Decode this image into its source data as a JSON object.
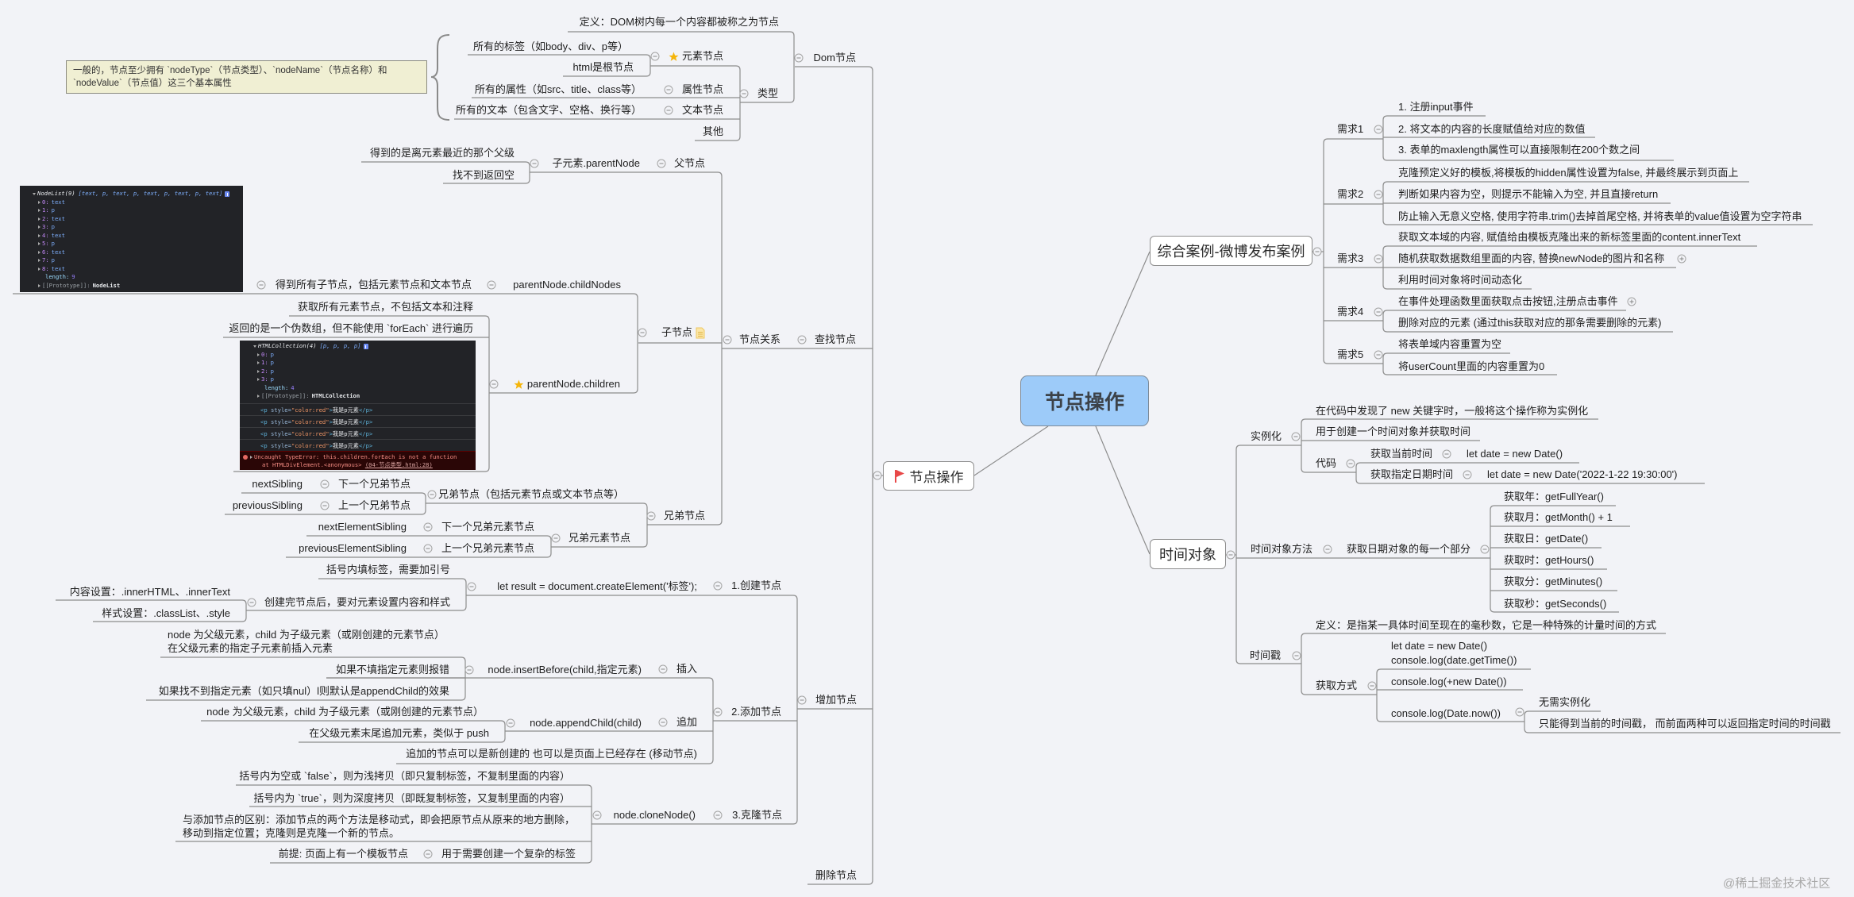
{
  "central_topic": "节点操作",
  "colors": {
    "background": "#f2f3f7",
    "central_fill": "#9dcbf9",
    "line": "#8d8d8d",
    "note_fill": "#f0efd3",
    "star": "#f5b50a",
    "flag": "#e84848"
  },
  "left": {
    "label": "节点操作",
    "marker": "red-flag-icon",
    "dom": {
      "label": "Dom节点",
      "definition": "定义：DOM树内每一个内容都被称之为节点",
      "types": {
        "label": "类型",
        "element": {
          "label": "元素节点",
          "marker": "star-icon",
          "items": [
            "所有的标签（如body、div、p等）",
            "html是根节点"
          ]
        },
        "attribute": {
          "label": "属性节点",
          "items": [
            "所有的属性（如src、title、class等）"
          ]
        },
        "text": {
          "label": "文本节点",
          "items": [
            "所有的文本（包含文字、空格、换行等）"
          ]
        },
        "other": {
          "label": "其他"
        },
        "summary_note": [
          "一般的，节点至少拥有 `nodeType`（节点类型）、`nodeName`（节点名称）和",
          "`nodeValue`（节点值）这三个基本属性"
        ]
      }
    },
    "find": {
      "label": "查找节点",
      "relation": {
        "label": "节点关系",
        "parent": {
          "label": "父节点",
          "method": "子元素.parentNode",
          "items": [
            "得到的是离元素最近的那个父级",
            "找不到返回空"
          ]
        },
        "children": {
          "label": "子节点",
          "marker": "note-icon",
          "child_nodes": {
            "label": "parentNode.childNodes",
            "desc": "得到所有子节点，包括元素节点和文本节点",
            "console": {
              "header": "NodeList(9)",
              "preview": "[text, p, text, p, text, p, text, p, text]",
              "entries": [
                {
                  "key": "0:",
                  "value": "text"
                },
                {
                  "key": "1:",
                  "value": "p"
                },
                {
                  "key": "2:",
                  "value": "text"
                },
                {
                  "key": "3:",
                  "value": "p"
                },
                {
                  "key": "4:",
                  "value": "text"
                },
                {
                  "key": "5:",
                  "value": "p"
                },
                {
                  "key": "6:",
                  "value": "text"
                },
                {
                  "key": "7:",
                  "value": "p"
                },
                {
                  "key": "8:",
                  "value": "text"
                }
              ],
              "length": {
                "key": "length:",
                "value": "9"
              },
              "prototype": {
                "key": "[[Prototype]]:",
                "value": "NodeList"
              }
            }
          },
          "children_prop": {
            "label": "parentNode.children",
            "marker": "star-icon",
            "items": [
              "获取所有元素节点，不包括文本和注释",
              "返回的是一个伪数组，但不能使用 `forEach` 进行遍历"
            ],
            "console": {
              "header": "HTMLCollection(4)",
              "preview": "[p, p, p, p]",
              "entries": [
                {
                  "key": "0:",
                  "value": "p"
                },
                {
                  "key": "1:",
                  "value": "p"
                },
                {
                  "key": "2:",
                  "value": "p"
                },
                {
                  "key": "3:",
                  "value": "p"
                }
              ],
              "length": {
                "key": "length:",
                "value": "4"
              },
              "prototype": {
                "key": "[[Prototype]]:",
                "value": "HTMLCollection"
              },
              "logged": [
                {
                  "open": "<p",
                  "attr": " style=",
                  "val": "\"color:red\"",
                  "gt": ">",
                  "text": "我是p元素",
                  "close": "</p>"
                },
                {
                  "open": "<p",
                  "attr": " style=",
                  "val": "\"color:red\"",
                  "gt": ">",
                  "text": "我是p元素",
                  "close": "</p>"
                },
                {
                  "open": "<p",
                  "attr": " style=",
                  "val": "\"color:red\"",
                  "gt": ">",
                  "text": "我是p元素",
                  "close": "</p>"
                },
                {
                  "open": "<p",
                  "attr": " style=",
                  "val": "\"color:red\"",
                  "gt": ">",
                  "text": "我是p元素",
                  "close": "</p>"
                }
              ],
              "error": {
                "message": "Uncaught TypeError: this.children.forEach is not a function",
                "stack": "at HTMLDivElement.<anonymous>",
                "source": "(04-节点类型.html:28)"
              }
            }
          }
        },
        "siblings": {
          "label": "兄弟节点",
          "all": {
            "label": "兄弟节点（包括元素节点或文本节点等）",
            "next": {
              "label": "下一个兄弟节点",
              "prop": "nextSibling"
            },
            "prev": {
              "label": "上一个兄弟节点",
              "prop": "previousSibling"
            }
          },
          "element": {
            "label": "兄弟元素节点",
            "next": {
              "label": "下一个兄弟元素节点",
              "prop": "nextElementSibling"
            },
            "prev": {
              "label": "上一个兄弟元素节点",
              "prop": "previousElementSibling"
            }
          }
        }
      }
    },
    "add": {
      "label": "增加节点",
      "create": {
        "label": "1.创建节点",
        "code": "let result = document.createElement('标签');",
        "tip": "括号内填标签，需要加引号",
        "setup": {
          "label": "创建完节点后，要对元素设置内容和样式",
          "content": "内容设置：.innerHTML、.innerText",
          "style": "样式设置：.classList、.style"
        }
      },
      "append": {
        "label": "2.添加节点",
        "insert": {
          "label": "插入",
          "code": "node.insertBefore(child,指定元素)",
          "desc": [
            "node 为父级元素，child 为子级元素（或刚创建的元素节点）",
            "在父级元素的指定子元素前插入元素"
          ],
          "no_target": "如果不填指定元素则报错",
          "not_found": "如果找不到指定元素（如只填nul）l则默认是appendChild的效果"
        },
        "append_child": {
          "label": "追加",
          "code": "node.appendChild(child)",
          "desc": "node 为父级元素，child 为子级元素（或刚创建的元素节点）",
          "note": "在父级元素末尾追加元素，类似于 push"
        },
        "move_note": "追加的节点可以是新创建的 也可以是页面上已经存在 (移动节点)"
      },
      "clone": {
        "label": "3.克隆节点",
        "code": "node.cloneNode()",
        "shallow": "括号内为空或 `false`，则为浅拷贝（即只复制标签，不复制里面的内容）",
        "deep": "括号内为 `true`，则为深度拷贝（即既复制标签，又复制里面的内容）",
        "difference": [
          "与添加节点的区别：添加节点的两个方法是移动式，即会把原节点从原来的地方删除，",
          "移动到指定位置；克隆则是克隆一个新的节点。"
        ],
        "usage": {
          "label": "用于需要创建一个复杂的标签",
          "premise": "前提: 页面上有一个模板节点"
        }
      }
    },
    "delete": {
      "label": "删除节点"
    }
  },
  "case": {
    "label": "综合案例-微博发布案例",
    "requirements": [
      {
        "label": "需求1",
        "items": [
          "1. 注册input事件",
          "2. 将文本的内容的长度赋值给对应的数值",
          "3. 表单的maxlength属性可以直接限制在200个数之间"
        ]
      },
      {
        "label": "需求2",
        "items": [
          "克隆预定义好的模板,将模板的hidden属性设置为false, 并最终展示到页面上",
          "判断如果内容为空，则提示不能输入为空, 并且直接return",
          "防止输入无意义空格, 使用字符串.trim()去掉首尾空格, 并将表单的value值设置为空字符串"
        ]
      },
      {
        "label": "需求3",
        "items": [
          "获取文本域的内容, 赋值给由模板克隆出来的新标签里面的content.innerText",
          "随机获取数据数组里面的内容, 替换newNode的图片和名称",
          "利用时间对象将时间动态化"
        ]
      },
      {
        "label": "需求4",
        "items": [
          "在事件处理函数里面获取点击按钮,注册点击事件",
          "删除对应的元素 (通过this获取对应的那条需要删除的元素)"
        ]
      },
      {
        "label": "需求5",
        "items": [
          "将表单域内容重置为空",
          "将userCount里面的内容重置为0"
        ]
      }
    ]
  },
  "time": {
    "label": "时间对象",
    "instantiation": {
      "label": "实例化",
      "items": [
        "在代码中发现了 new 关键字时，一般将这个操作称为实例化",
        "用于创建一个时间对象并获取时间"
      ],
      "code": {
        "label": "代码",
        "current": {
          "label": "获取当前时间",
          "code": "let date = new Date()"
        },
        "specific": {
          "label": "获取指定日期时间",
          "code": "let date = new Date('2022-1-22 19:30:00')"
        }
      }
    },
    "methods": {
      "label": "时间对象方法",
      "parts": {
        "label": "获取日期对象的每一个部分",
        "items": [
          "获取年：getFullYear()",
          "获取月：getMonth() + 1",
          "获取日：getDate()",
          "获取时：getHours()",
          "获取分：getMinutes()",
          "获取秒：getSeconds()"
        ]
      }
    },
    "timestamp": {
      "label": "时间戳",
      "definition": "定义：是指某一具体时间至现在的毫秒数，它是一种特殊的计量时间的方式",
      "ways": {
        "label": "获取方式",
        "get_time": [
          "let date = new Date()",
          "console.log(date.getTime())"
        ],
        "plus_new": "console.log(+new Date())",
        "date_now": {
          "label": "console.log(Date.now())",
          "items": [
            "无需实例化",
            "只能得到当前的时间戳， 而前面两种可以返回指定时间的时间戳"
          ]
        }
      }
    }
  },
  "watermark": "@稀土掘金技术社区"
}
